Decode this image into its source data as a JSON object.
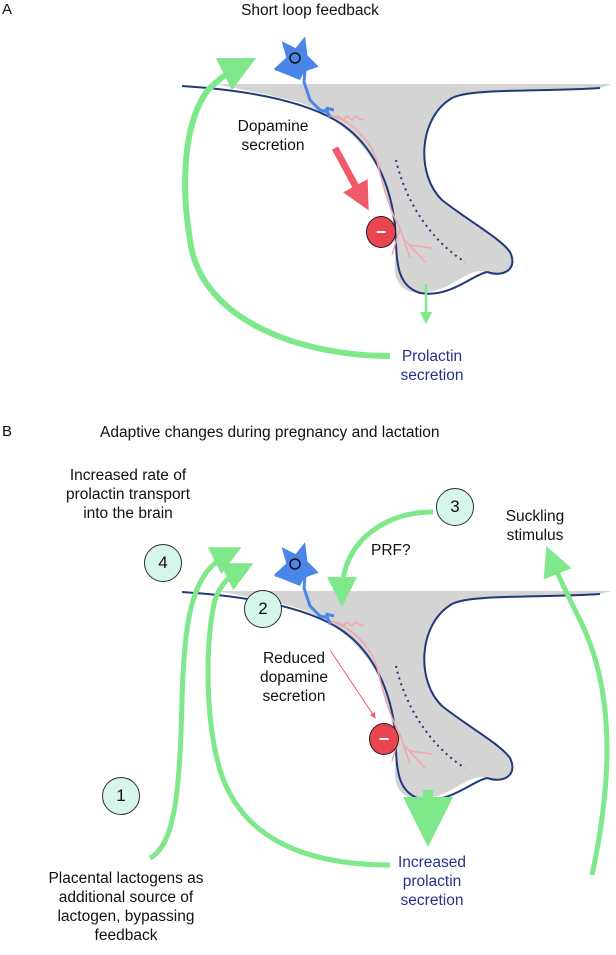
{
  "panel_a": {
    "letter": "A",
    "title": "Short loop feedback",
    "dopamine_label": [
      "Dopamine",
      "secretion"
    ],
    "minus": "−",
    "prolactin_label": [
      "Prolactin",
      "secretion"
    ]
  },
  "panel_b": {
    "letter": "B",
    "title": "Adaptive changes during pregnancy and lactation",
    "transport_label": [
      "Increased rate of",
      "prolactin transport",
      "into the brain"
    ],
    "suckling_label": [
      "Suckling",
      "stimulus"
    ],
    "prf_label": "PRF?",
    "reduced_dopamine_label": [
      "Reduced",
      "dopamine",
      "secretion"
    ],
    "minus": "−",
    "increased_prolactin_label": [
      "Increased",
      "prolactin",
      "secretion"
    ],
    "placental_label": [
      "Placental lactogens as",
      "additional source of",
      "lactogen, bypassing",
      "feedback"
    ],
    "step_numbers": [
      "1",
      "2",
      "3",
      "4"
    ]
  },
  "colors": {
    "arrow_green": "#7ee88a",
    "neuron_blue": "#4a86e8",
    "tissue_gray": "#d4d4d4",
    "outline_navy": "#1e3a7a",
    "axon_pink": "#f4a3ad",
    "inhibit_red": "#e8454f"
  }
}
